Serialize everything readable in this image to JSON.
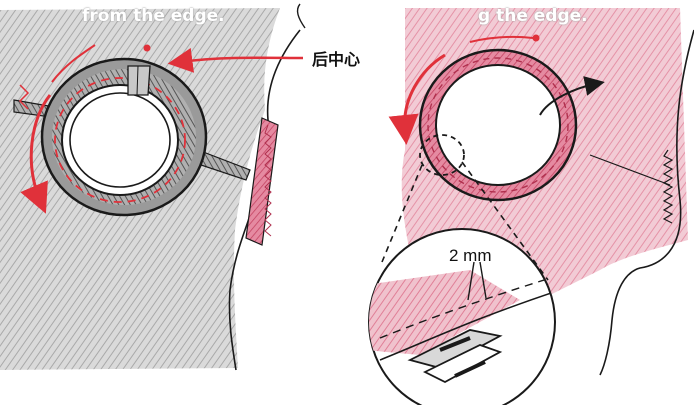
{
  "captions": {
    "left": "from the edge.",
    "right": "g the edge."
  },
  "labels": {
    "center_back": "后中心",
    "seam_gap": "2 mm"
  },
  "colors": {
    "gray_shading": "#b9b9b9",
    "pink_shading": "#e8a2b3",
    "red_arrow": "#e0313a",
    "outline": "#1a1a1a"
  }
}
